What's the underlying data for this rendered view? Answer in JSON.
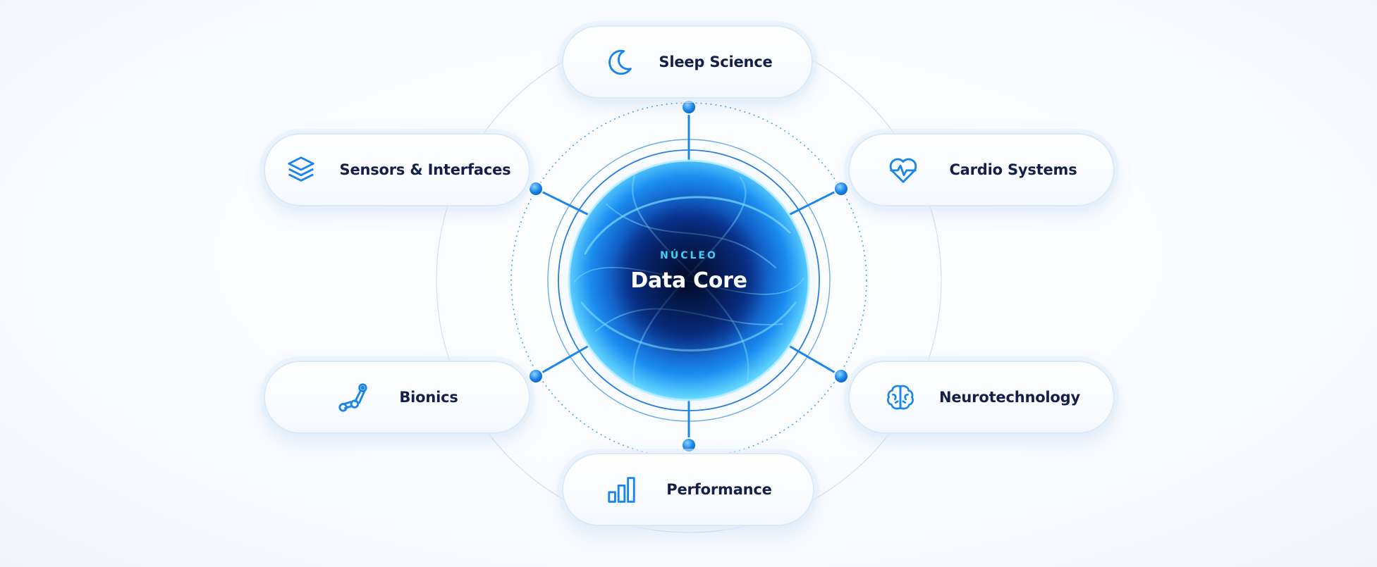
{
  "core": {
    "kicker": "NÚCLEO",
    "title": "Data Core"
  },
  "nodes": [
    {
      "label": "Sleep Science",
      "icon": "moon-icon"
    },
    {
      "label": "Sensors & Interfaces",
      "icon": "layers-icon"
    },
    {
      "label": "Cardio Systems",
      "icon": "heart-pulse-icon"
    },
    {
      "label": "Bionics",
      "icon": "robotic-arm-icon"
    },
    {
      "label": "Neurotechnology",
      "icon": "brain-icon"
    },
    {
      "label": "Performance",
      "icon": "bar-chart-icon"
    }
  ],
  "colors": {
    "accent": "#1a86ea",
    "label": "#14204a",
    "core_dark": "#030d2e",
    "glow": "#3fd0f3"
  }
}
